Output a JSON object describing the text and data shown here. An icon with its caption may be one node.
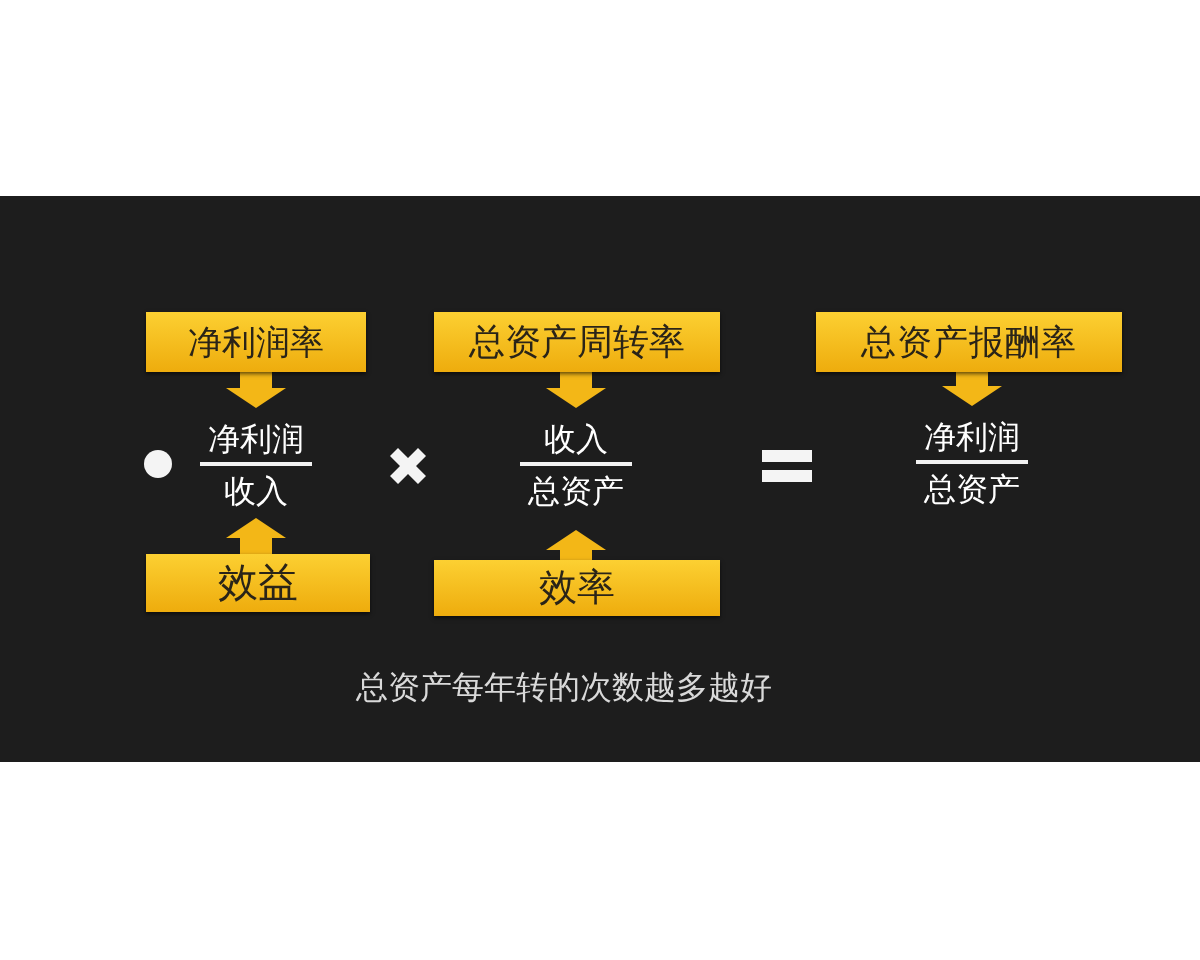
{
  "diagram": {
    "nodes": [
      {
        "text": [
          "净利润率"
        ]
      },
      {
        "text": [
          "净利润",
          "收入"
        ]
      },
      {
        "text": [
          "效益"
        ]
      },
      {
        "text": [
          "总资产周转率"
        ]
      },
      {
        "text": [
          "收入",
          "总资产"
        ]
      },
      {
        "text": [
          "效率"
        ]
      },
      {
        "text": [
          "总资产报酬率"
        ]
      },
      {
        "text": [
          "净利润",
          "总资产"
        ]
      }
    ],
    "edges": [
      {
        "from": 0,
        "to": 1,
        "arrow": "to"
      },
      {
        "from": 2,
        "to": 1,
        "arrow": "to"
      },
      {
        "from": 3,
        "to": 4,
        "arrow": "to"
      },
      {
        "from": 5,
        "to": 4,
        "arrow": "to"
      },
      {
        "from": 6,
        "to": 7,
        "arrow": "to"
      }
    ],
    "labels": [
      "总资产每年转的次数越多越好"
    ]
  }
}
